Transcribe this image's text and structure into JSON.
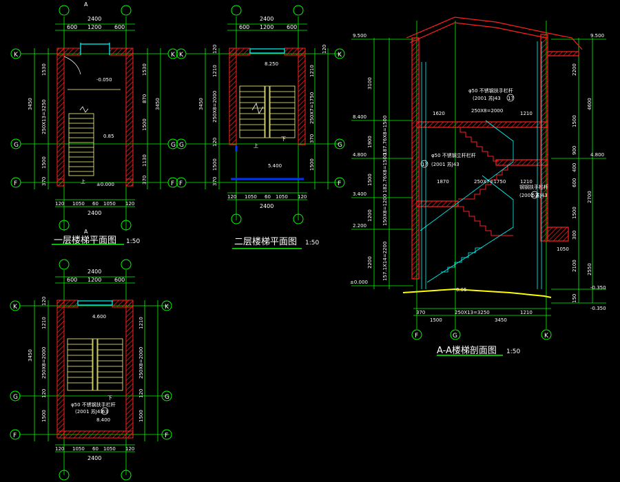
{
  "colors": {
    "background": "#000000",
    "dimension": "#00ff00",
    "wall": "#ff2020",
    "stair": "#ffff80",
    "window": "#00ffff",
    "text": "#ffffff",
    "beam": "#0033ff",
    "ground": "#ffff00"
  },
  "plan1": {
    "title": "一层楼梯平面图",
    "scale": "1:50",
    "top_total": "2400",
    "top_parts": [
      "600",
      "1200",
      "600"
    ],
    "bottom_parts": [
      "120",
      "1050",
      "60",
      "1050",
      "120"
    ],
    "bottom_total": "2400",
    "left_total": "3450",
    "left_parts": [
      "1530",
      "250X13=3250",
      "1500",
      "370"
    ],
    "right_inner": [
      "1530",
      "870",
      "1500",
      "1130",
      "370"
    ],
    "right_total": "3450",
    "axis_labels": [
      "K",
      "G",
      "F"
    ],
    "section_mark": "A",
    "levels": [
      "-0.050",
      "0.85",
      "±0.000"
    ],
    "arrow_up": "上"
  },
  "plan2": {
    "title": "二层楼梯平面图",
    "scale": "1:50",
    "top_total": "2400",
    "top_parts": [
      "600",
      "1200",
      "600"
    ],
    "bottom_parts": [
      "120",
      "1050",
      "60",
      "1050",
      "120"
    ],
    "bottom_total": "2400",
    "left_total": "3450",
    "left_parts": [
      "120",
      "1210",
      "250X8=2000",
      "120",
      "1500",
      "370"
    ],
    "right_parts": [
      "120",
      "1210",
      "250X7=1750",
      "370",
      "1500"
    ],
    "axis_labels": [
      "K",
      "G",
      "F"
    ],
    "levels": [
      "8.250",
      "5.400"
    ],
    "arrow_up": "上",
    "arrow_down": "下"
  },
  "plan3": {
    "title": "三层楼梯平面图",
    "top_total": "2400",
    "top_parts": [
      "600",
      "1200",
      "600"
    ],
    "bottom_parts": [
      "120",
      "1050",
      "60",
      "1050",
      "120"
    ],
    "bottom_total": "2400",
    "left_total": "3450",
    "left_parts": [
      "120",
      "1210",
      "250X8=2000",
      "120",
      "1500"
    ],
    "right_parts": [
      "1210",
      "250X8=2000",
      "120",
      "1500"
    ],
    "axis_labels": [
      "K",
      "G",
      "F"
    ],
    "levels": [
      "4.600",
      "8.400"
    ],
    "arrow_down": "下",
    "note": "φ50 不锈钢扶手栏杆",
    "note_ref": "(2001 苏J43",
    "note_circle": "63"
  },
  "section": {
    "title": "A-A楼梯剖面图",
    "scale": "1:50",
    "left_levels": [
      "9.500",
      "8.400",
      "4.800",
      "3.400",
      "2.200",
      "±0.000"
    ],
    "left_dims": [
      "3100",
      "1900",
      "1500",
      "1200",
      "2200"
    ],
    "left_flights": [
      "187.76X8=1500",
      "182.76X8=1500",
      "150X8=1200",
      "157.1X14=2200"
    ],
    "right_levels": [
      "9.500",
      "4.800",
      "-0.350",
      "-0.350"
    ],
    "right_dims": [
      "2200",
      "4600",
      "1500",
      "900",
      "400",
      "600",
      "2700",
      "1500",
      "300",
      "2100",
      "2550",
      "150"
    ],
    "mid_dims": [
      "1620",
      "1210",
      "1870",
      "1210",
      "1050"
    ],
    "flights_text": [
      "250X8=2000",
      "250X7=1750"
    ],
    "note1": "φ50 不锈钢扶手栏杆",
    "note1_ref": "(2001 苏J43",
    "note1_circle": "17",
    "note2": "φ50 不锈钢立杆栏杆",
    "note2_ref": "(2001 苏J43",
    "note2_circle": "17",
    "note3": "钢钢扶手栏杆",
    "note3_ref": "(2001 苏J43",
    "note3_circle": "57",
    "bottom_parts": [
      "370",
      "250X13=3250",
      "1210"
    ],
    "bottom_left": "1500",
    "bottom_total": "3450",
    "axis_labels": [
      "F",
      "G",
      "K"
    ],
    "floor_level": "0.05"
  }
}
